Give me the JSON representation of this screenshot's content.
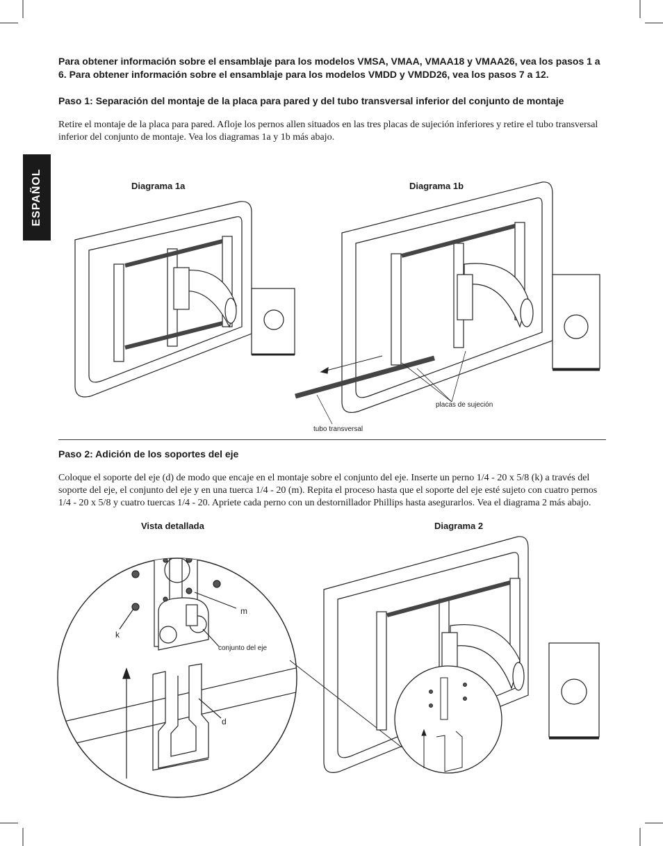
{
  "side_tab": "ESPAÑOL",
  "intro": "Para obtener información sobre el ensamblaje para los modelos VMSA, VMAA, VMAA18 y VMAA26, vea los pasos 1 a 6. Para obtener información sobre el ensamblaje para los modelos VMDD y VMDD26, vea los pasos 7 a 12.",
  "step1": {
    "title": "Paso 1: Separación del montaje de la placa para pared y del tubo transversal inferior del conjunto de montaje",
    "text": "Retire el montaje de la placa para pared. Afloje los pernos allen situados en las tres placas de sujeción inferiores y retire el tubo transversal inferior del conjunto de montaje. Vea los diagramas 1a y 1b más abajo.",
    "diagram_1a_label": "Diagrama 1a",
    "diagram_1b_label": "Diagrama 1b",
    "callout_plates": "placas de sujeción",
    "callout_tube": "tubo transversal"
  },
  "step2": {
    "title": "Paso 2: Adición de los soportes del eje",
    "text": "Coloque el soporte del eje (d) de modo que encaje en el montaje sobre el conjunto del eje. Inserte un perno 1/4 - 20 x 5/8 (k) a través del soporte del eje, el conjunto del eje y en una tuerca 1/4 - 20 (m). Repita el proceso hasta que el soporte del eje esté sujeto con cuatro pernos 1/4 - 20 x 5/8 y cuatro tuercas 1/4 - 20. Apriete cada perno con un destornillador Phillips hasta asegurarlos. Vea el diagrama 2 más abajo.",
    "detail_label": "Vista detallada",
    "diagram_2_label": "Diagrama 2",
    "callout_m": "m",
    "callout_k": "k",
    "callout_axis": "conjunto del eje",
    "callout_d": "d"
  }
}
